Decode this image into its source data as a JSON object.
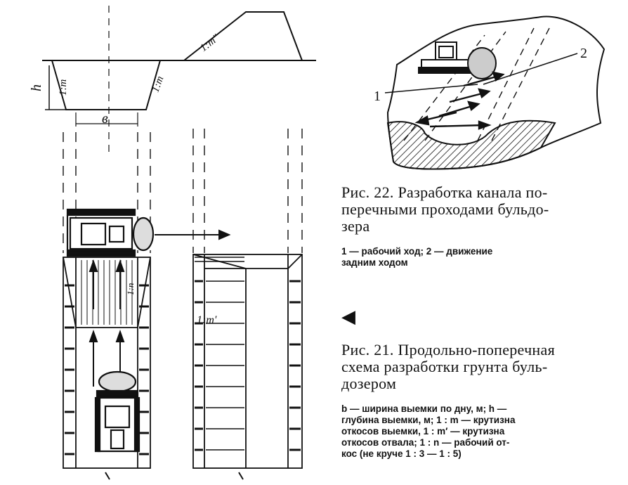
{
  "fig21": {
    "labels": {
      "h": "h",
      "slope_left": "1:m",
      "slope_right": "1:m",
      "width": "в",
      "spoil_slope": "1:m\"",
      "working_slope": "1:n",
      "spoil_plan_slope": "1:m'"
    },
    "caption_lines": [
      "Рис. 21.  Продольно-поперечная",
      "схема разработки грунта буль-",
      "дозером"
    ],
    "legend_lines": [
      "b — ширина выемки по дну, м; h —",
      "глубина выемки, м; 1 : m — крутизна",
      "откосов выемки, 1 : m′ — крутизна",
      "откосов отвала; 1 : n — рабочий от-",
      "кос (не круче 1 : 3 — 1 : 5)"
    ]
  },
  "fig22": {
    "labels": {
      "one": "1",
      "two": "2"
    },
    "caption_lines": [
      "Рис. 22. Разработка канала по-",
      "перечными проходами бульдо-",
      "зера"
    ],
    "legend_lines": [
      "1 — рабочий  ход;  2 — движение",
      "задним ходом"
    ]
  },
  "pointer": {
    "glyph": "◀"
  }
}
